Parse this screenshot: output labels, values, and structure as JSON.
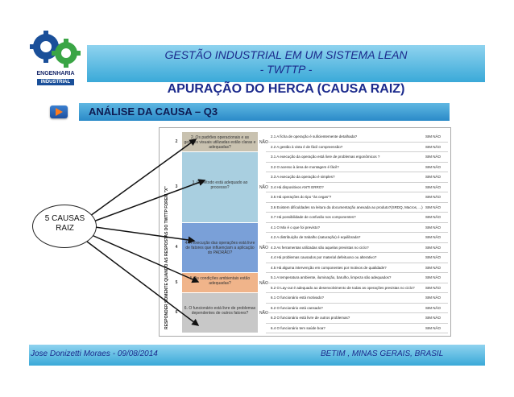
{
  "header": {
    "title_line1": "GESTÃO INDUSTRIAL EM UM SISTEMA LEAN",
    "title_line2": "- TWTTP -",
    "subtitle": "APURAÇÃO DO HERCA (CAUSA RAIZ)"
  },
  "logo": {
    "name": "ENGENHARIA",
    "sub": "INDUSTRIAL"
  },
  "section": {
    "label": "ANÁLISE DA CAUSA – Q3"
  },
  "callout": {
    "line1": "5 CAUSAS",
    "line2": "RAIZ"
  },
  "table": {
    "vertical_text": "RESPONDER SOMENTE QUANDO AS RESPOSTAS DO TWTTP FOREM \"X\"",
    "causes": [
      {
        "num": "2",
        "text": "2. Os padrões operacionais e as gestões visuais utilizadas estão claras e adequadas?",
        "ans": "NÃO",
        "color": "#c9c2b0"
      },
      {
        "num": "3",
        "text": "3. O método está adequado ao processo?",
        "ans": "NÃO",
        "color": "#a9cfe0"
      },
      {
        "num": "4",
        "text": "4. A execução das operações está livre de fatores que influenciam a aplicação do PADRÃO?",
        "ans": "NÃO",
        "color": "#7aa0d8"
      },
      {
        "num": "5",
        "text": "5. As condições ambientais estão adequadas?",
        "ans": "NÃO",
        "color": "#f0b48a"
      },
      {
        "num": "6",
        "text": "6. O funcionário está livre de problemas dependentes de outros fatores?",
        "ans": "NÃO",
        "color": "#c8c8c8"
      }
    ],
    "questions": [
      "2.1 A ficha de operação é suficientemente detalhada?",
      "2.2 A gestão à vista é de fácil compreensão?",
      "3.1 A execução da operação está livre de problemas ergonômicos ?",
      "3.2 O acesso à área de montagem é fácil?",
      "3.3 A execução da operação é simples?",
      "3.4 Há dispositivos ANTI ERRO?",
      "3.5 Há operações do tipo \"às cegas\"?",
      "3.6 Existem dificuldades na leitura da documentação anexada ao produto?(SRDQ, Macros, ...)",
      "3.7 Há possibilidade de confusão nos componentes?",
      "4.1 O Mix é o que foi previsto?",
      "4.2 A distribuição de trabalho (saturação) é equilibrada?",
      "4.3 As ferramentas utilizadas são aquelas previstas no ciclo?",
      "4.4 Há problemas causados por material defeituoso ou alterativo?",
      "4.5 Há alguma intervenção em componentes por motivos de qualidade?",
      "5.1 A temperatura ambiente, iluminação, barulho, limpeza são adequados?",
      "5.2 O Lay-out é adequado ao desenvolvimento de todas as operações previstas no ciclo?",
      "6.1 O funcionário está motivado?",
      "6.2 O funcionário está cansado?",
      "6.3 O funcionário está livre de outros problemas?",
      "6.4 O funcionário tem saúde boa?"
    ],
    "sim_nao": "SIM NÃO"
  },
  "footer": {
    "left": "Jose Donizetti Moraes -  09/08/2014",
    "right": "BETIM , MINAS GERAIS, BRASIL"
  },
  "colors": {
    "accent": "#3aa9d8",
    "text_blue": "#1b2a8c"
  }
}
